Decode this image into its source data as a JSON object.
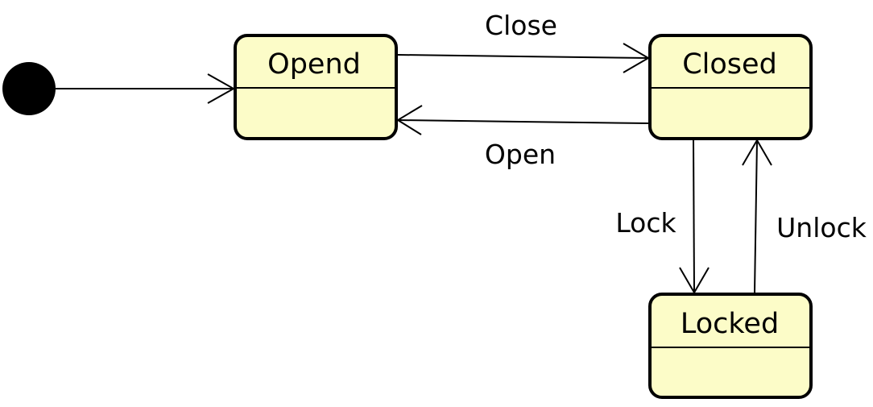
{
  "diagram": {
    "initial_state": {
      "color": "#000000"
    },
    "states": [
      {
        "id": "opend",
        "name": "Opend"
      },
      {
        "id": "closed",
        "name": "Closed"
      },
      {
        "id": "locked",
        "name": "Locked"
      }
    ],
    "transitions": [
      {
        "from": "initial",
        "to": "opend",
        "label": ""
      },
      {
        "from": "opend",
        "to": "closed",
        "label": "Close"
      },
      {
        "from": "closed",
        "to": "opend",
        "label": "Open"
      },
      {
        "from": "closed",
        "to": "locked",
        "label": "Lock"
      },
      {
        "from": "locked",
        "to": "closed",
        "label": "Unlock"
      }
    ],
    "colors": {
      "state_fill": "#fcfcc8",
      "stroke": "#000000"
    }
  }
}
